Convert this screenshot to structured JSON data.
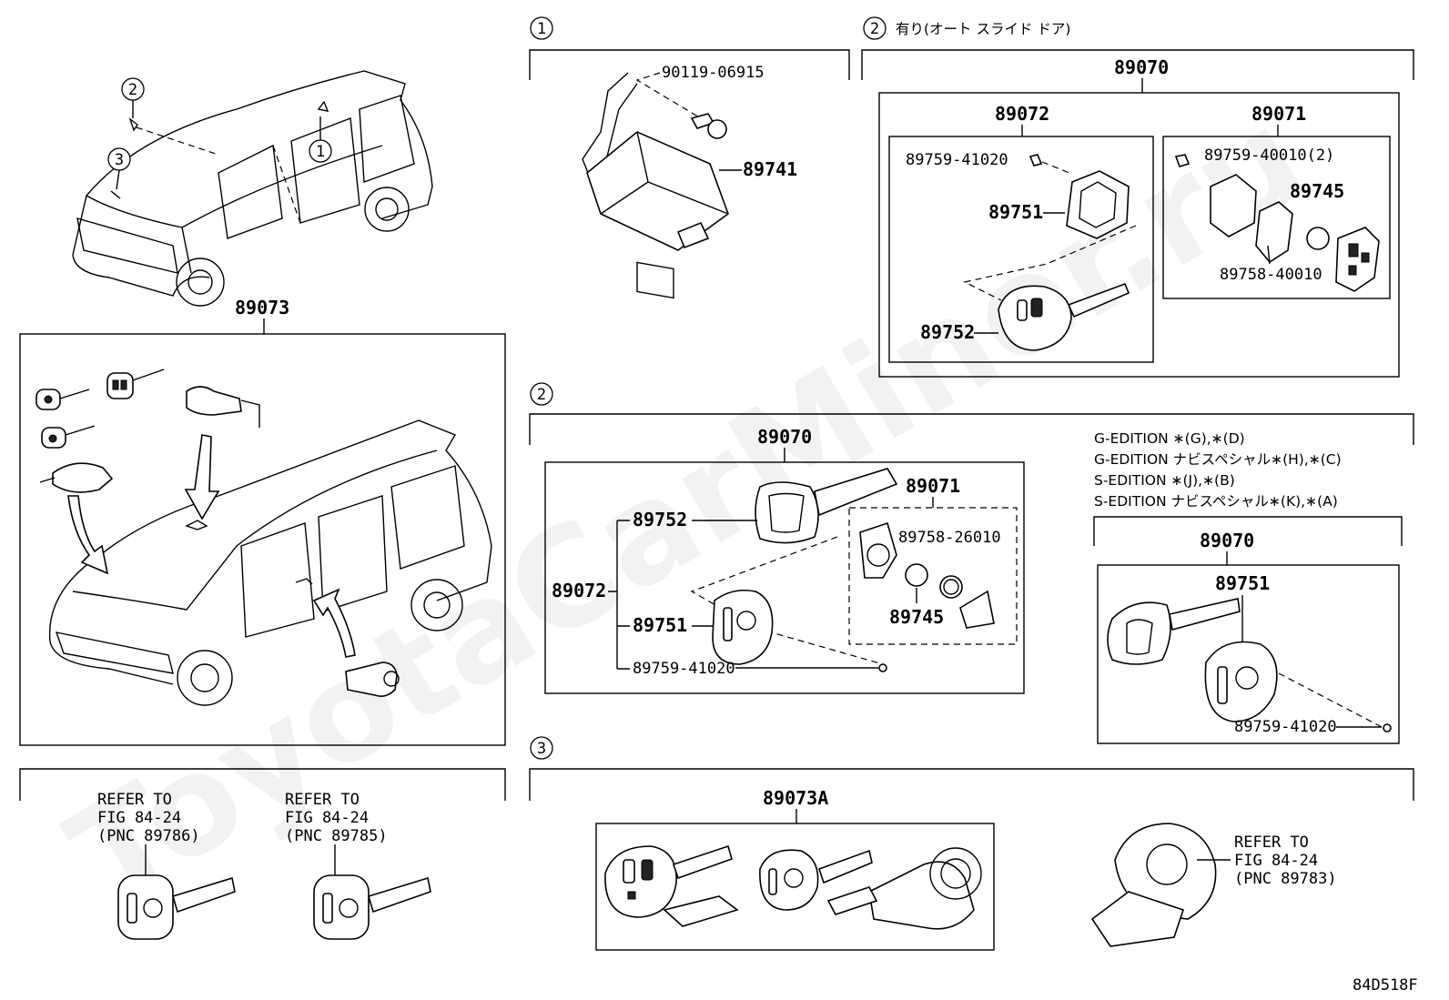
{
  "watermark": "ToyotaCarMiner.ru",
  "diagram_code": "84D518F",
  "section_markers": {
    "s1": "①",
    "s2_top": "②",
    "s2_top_note": "有り(オート スライド ドア)",
    "s2_mid": "②",
    "s3": "③"
  },
  "vehicle_callouts": {
    "c1": "1",
    "c2": "2",
    "c3": "3"
  },
  "labels": {
    "p89073_top": "89073",
    "p90119": "90119-06915",
    "p89741": "89741",
    "p89070_a": "89070",
    "p89072_a": "89072",
    "p89071_a": "89071",
    "p89759_41020_a": "89759-41020",
    "p89751_a": "89751",
    "p89752_a": "89752",
    "p89759_40010": "89759-40010(2)",
    "p89745_a": "89745",
    "p89758_40010": "89758-40010",
    "p89070_b": "89070",
    "p89071_b": "89071",
    "p89752_b": "89752",
    "p89072_b": "89072",
    "p89751_b": "89751",
    "p89759_41020_b": "89759-41020",
    "p89758_26010": "89758-26010",
    "p89745_b": "89745",
    "p89070_c": "89070",
    "p89751_c": "89751",
    "p89759_41020_c": "89759-41020",
    "p89073A": "89073A"
  },
  "edition_notes": [
    "G-EDITION ∗(G),∗(D)",
    "G-EDITION ナビスペシャル∗(H),∗(C)",
    "S-EDITION ∗(J),∗(B)",
    "S-EDITION ナビスペシャル∗(K),∗(A)"
  ],
  "refer_notes": {
    "r1": [
      "REFER TO",
      "FIG 84-24",
      "(PNC 89786)"
    ],
    "r2": [
      "REFER TO",
      "FIG 84-24",
      "(PNC 89785)"
    ],
    "r3": [
      "REFER TO",
      "FIG 84-24",
      "(PNC 89783)"
    ]
  }
}
